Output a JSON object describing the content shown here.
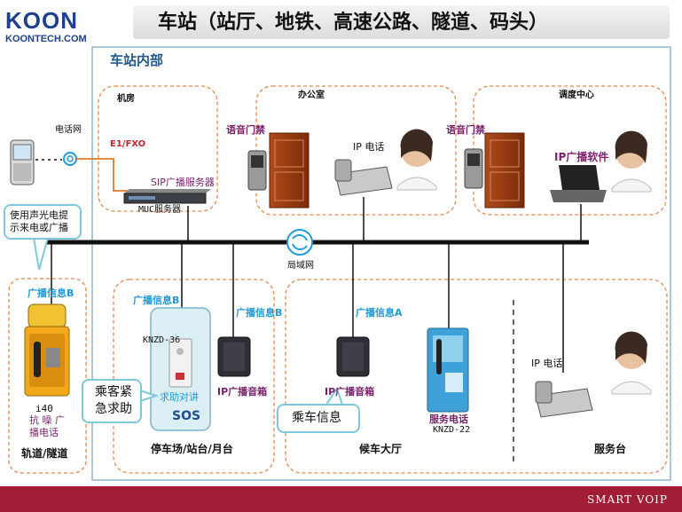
{
  "header": {
    "logo_text": "KOON",
    "logo_sub": "KOONTECH.COM",
    "title": "车站（站厅、地铁、高速公路、隧道、码头）"
  },
  "main_frame": {
    "label": "车站内部"
  },
  "network": {
    "phone_network": "电话网",
    "e1_label": "E1/FXO",
    "sip_label": "SIP广播服务器",
    "muc_label": "MUC服务器",
    "lan_label": "局域网"
  },
  "rooms": {
    "machine_room": "机房",
    "office": "办公室",
    "dispatch": "调度中心"
  },
  "devices": {
    "voice_access_1": "语音门禁",
    "ip_phone_office": "IP 电话",
    "voice_access_2": "语音门禁",
    "ip_broadcast_software": "IP广播软件",
    "broadcast_info_b_1": "广播信息B",
    "broadcast_info_b_2": "广播信息B",
    "broadcast_info_b_3": "广播信息B",
    "broadcast_info_a": "广播信息A",
    "knzd36": "KNZD-36",
    "help_intercom": "求助对讲",
    "sos": "SOS",
    "ip_speaker_1": "IP广播音箱",
    "ip_speaker_2": "IP广播音箱",
    "service_phone": "服务电话",
    "knzd22": "KNZD-22",
    "ip_phone_service": "IP 电话",
    "i40": "i40",
    "i40_desc_1": "抗 噪 广",
    "i40_desc_2": "播电话"
  },
  "zones": {
    "tunnel": "轨道/隧道",
    "parking": "停车场/站台/月台",
    "waiting_hall": "候车大厅",
    "service_desk": "服务台"
  },
  "callouts": {
    "sound_light": "使用声光电提示来电或广播",
    "passenger_help_1": "乘客紧",
    "passenger_help_2": "急求助",
    "ride_info": "乘车信息"
  },
  "footer": {
    "brand": "SMART VOIP"
  },
  "colors": {
    "dash_orange": "#e8874a",
    "frame_blue": "#8fb6c8",
    "footer": "#a11c35",
    "brand_blue": "#1f3f8f"
  }
}
